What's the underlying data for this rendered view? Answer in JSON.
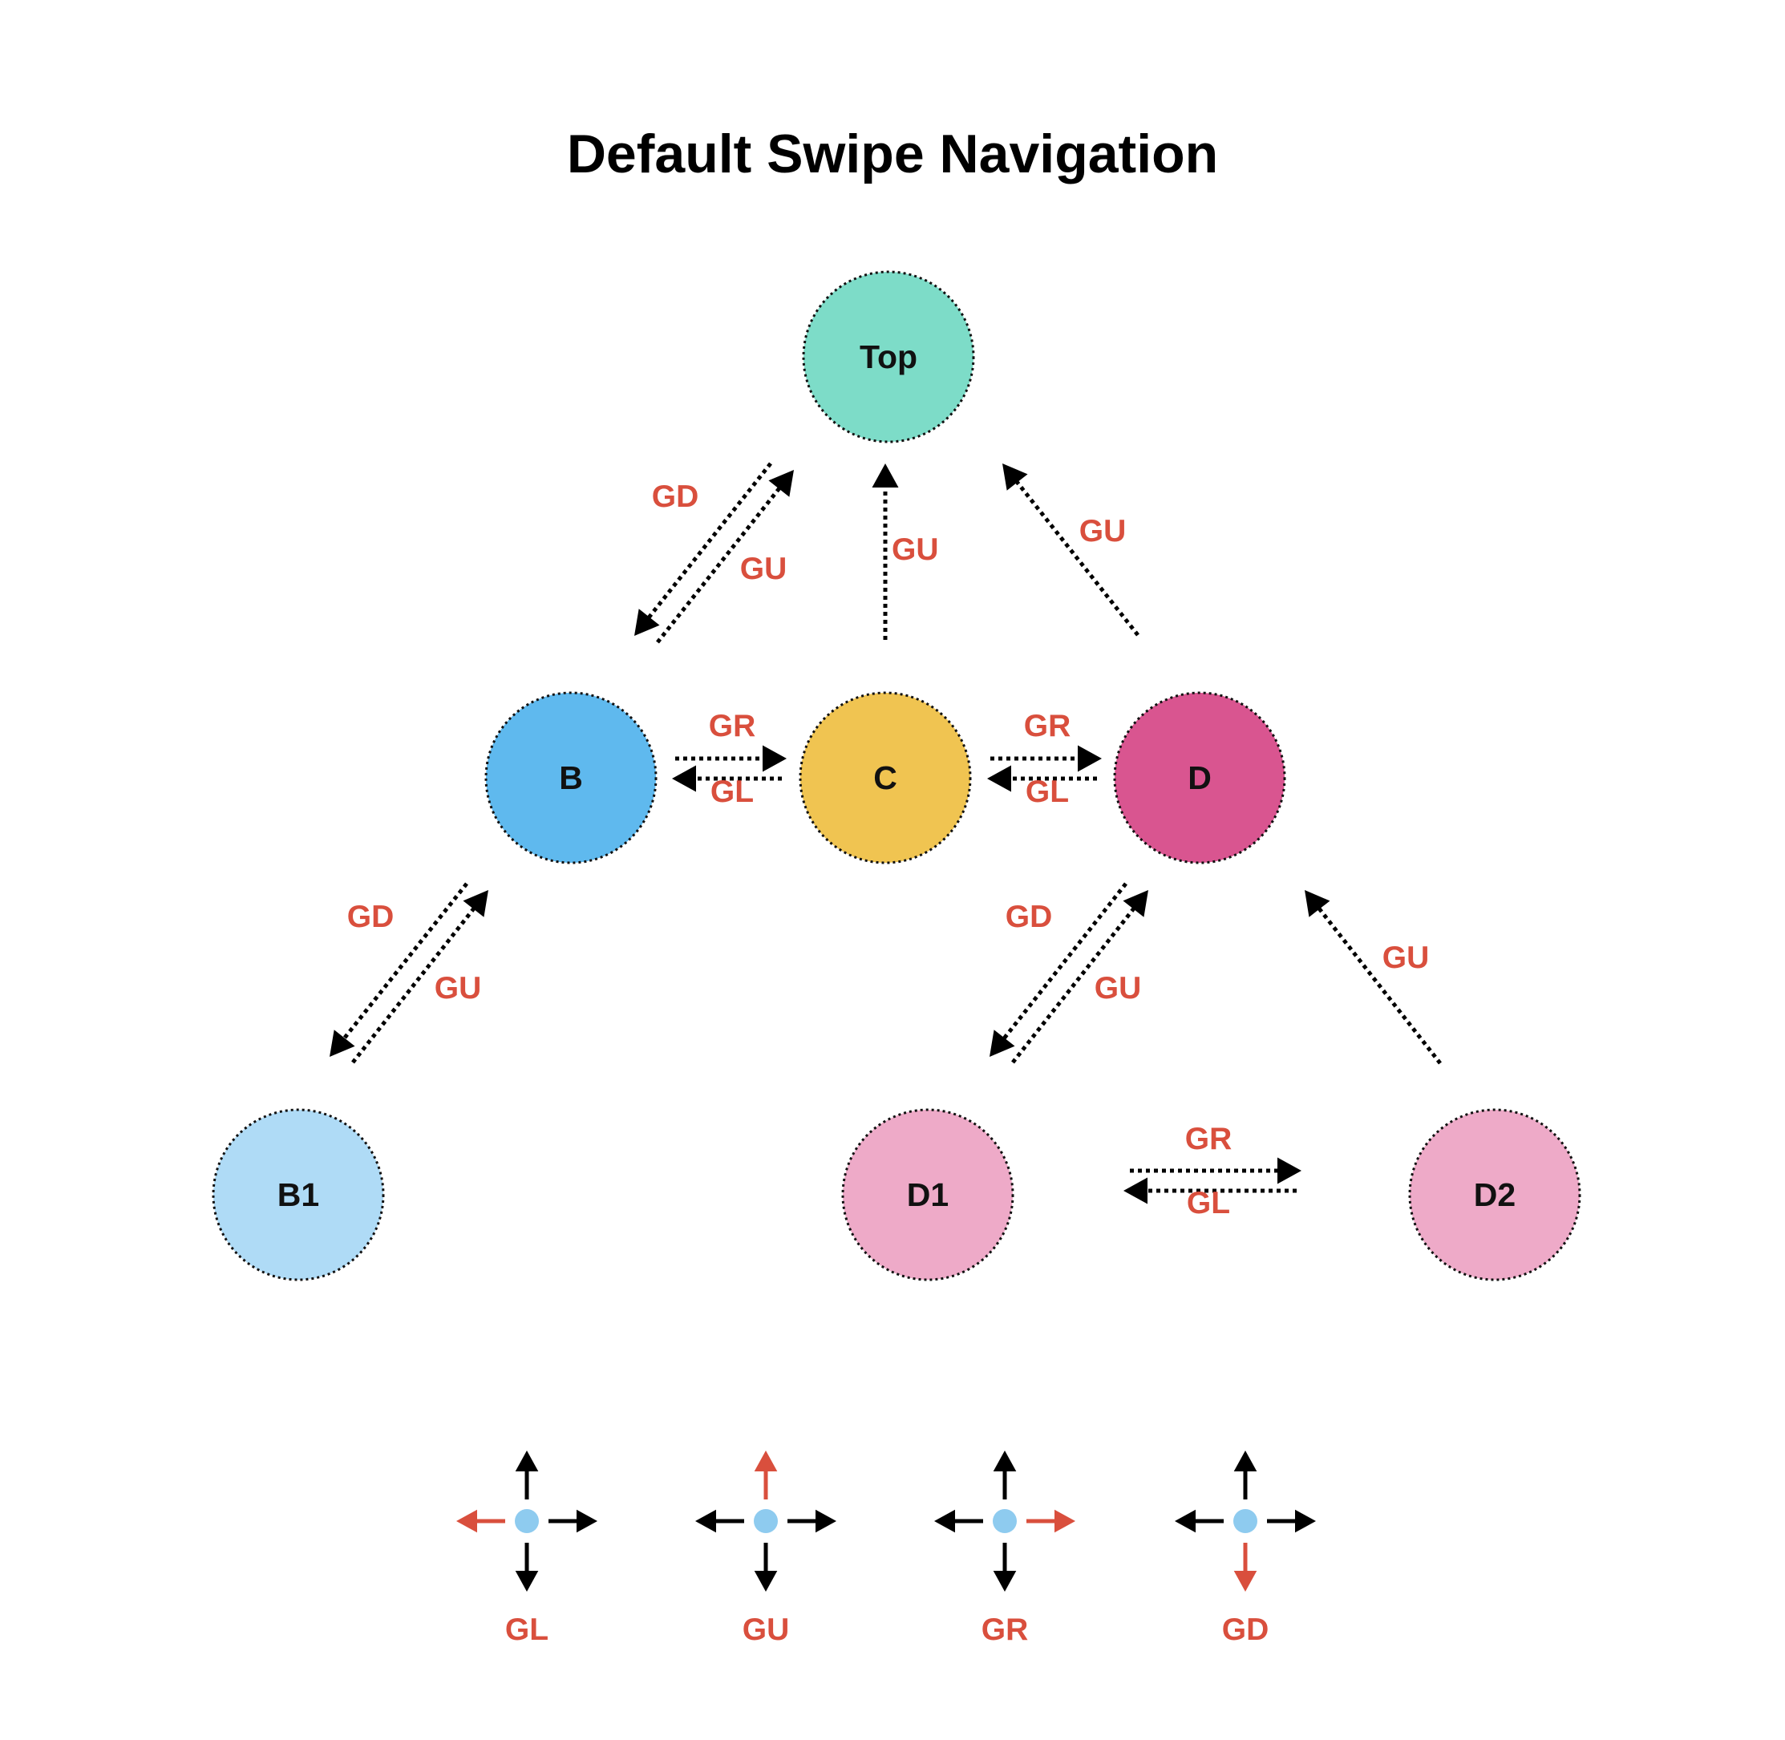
{
  "title": "Default Swipe Navigation",
  "colors": {
    "accent": "#d94f3d",
    "arrow": "#000000",
    "legend_dot": "#8ecbef",
    "node_border": "#111111"
  },
  "nodes": [
    {
      "id": "top",
      "label": "Top",
      "color": "#7ddcc8"
    },
    {
      "id": "b",
      "label": "B",
      "color": "#5fb9ee"
    },
    {
      "id": "c",
      "label": "C",
      "color": "#f0c451"
    },
    {
      "id": "d",
      "label": "D",
      "color": "#d95590"
    },
    {
      "id": "b1",
      "label": "B1",
      "color": "#afdbf6"
    },
    {
      "id": "d1",
      "label": "D1",
      "color": "#eeaac8"
    },
    {
      "id": "d2",
      "label": "D2",
      "color": "#eeaac8"
    }
  ],
  "edges": [
    {
      "from": "top",
      "to": "b",
      "label": "GD"
    },
    {
      "from": "b",
      "to": "top",
      "label": "GU"
    },
    {
      "from": "c",
      "to": "top",
      "label": "GU"
    },
    {
      "from": "d",
      "to": "top",
      "label": "GU"
    },
    {
      "from": "b",
      "to": "c",
      "label": "GR"
    },
    {
      "from": "c",
      "to": "b",
      "label": "GL"
    },
    {
      "from": "c",
      "to": "d",
      "label": "GR"
    },
    {
      "from": "d",
      "to": "c",
      "label": "GL"
    },
    {
      "from": "b",
      "to": "b1",
      "label": "GD"
    },
    {
      "from": "b1",
      "to": "b",
      "label": "GU"
    },
    {
      "from": "d",
      "to": "d1",
      "label": "GD"
    },
    {
      "from": "d1",
      "to": "d",
      "label": "GU"
    },
    {
      "from": "d2",
      "to": "d",
      "label": "GU"
    },
    {
      "from": "d1",
      "to": "d2",
      "label": "GR"
    },
    {
      "from": "d2",
      "to": "d1",
      "label": "GL"
    }
  ],
  "legend": [
    {
      "label": "GL",
      "highlight": "left"
    },
    {
      "label": "GU",
      "highlight": "up"
    },
    {
      "label": "GR",
      "highlight": "right"
    },
    {
      "label": "GD",
      "highlight": "down"
    }
  ]
}
